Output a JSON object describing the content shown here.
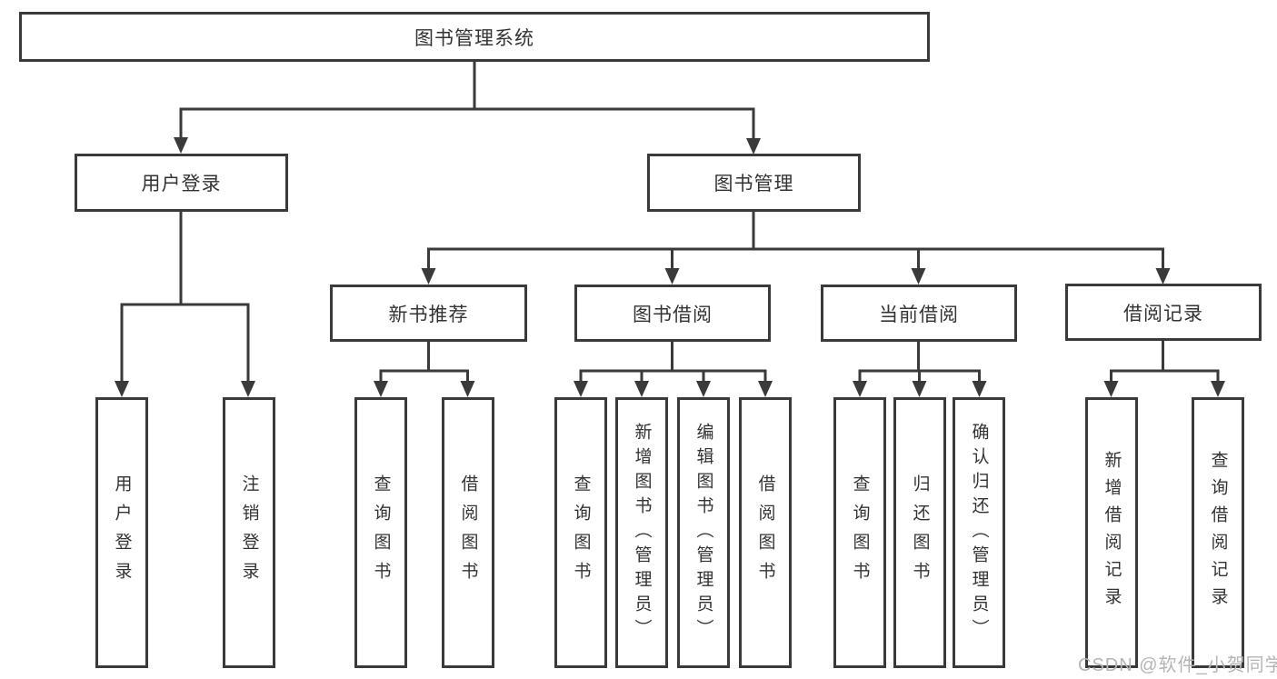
{
  "tree": {
    "label": "图书管理系统",
    "children": [
      {
        "label": "用户登录",
        "children": [
          {
            "label": "用户登录"
          },
          {
            "label": "注销登录"
          }
        ]
      },
      {
        "label": "图书管理",
        "children": [
          {
            "label": "新书推荐",
            "children": [
              {
                "label": "查询图书"
              },
              {
                "label": "借阅图书"
              }
            ]
          },
          {
            "label": "图书借阅",
            "children": [
              {
                "label": "查询图书"
              },
              {
                "label": "新增图书（管理员）"
              },
              {
                "label": "编辑图书（管理员）"
              },
              {
                "label": "借阅图书"
              }
            ]
          },
          {
            "label": "当前借阅",
            "children": [
              {
                "label": "查询图书"
              },
              {
                "label": "归还图书"
              },
              {
                "label": "确认归还（管理员）"
              }
            ]
          },
          {
            "label": "借阅记录",
            "children": [
              {
                "label": "新增借阅记录"
              },
              {
                "label": "查询借阅记录"
              }
            ]
          }
        ]
      }
    ]
  },
  "watermark": "CSDN @软件_小贺同学",
  "colors": {
    "line": "#3a3a3a",
    "text": "#333333",
    "background": "#ffffff",
    "watermark": "#b5b5b5"
  }
}
